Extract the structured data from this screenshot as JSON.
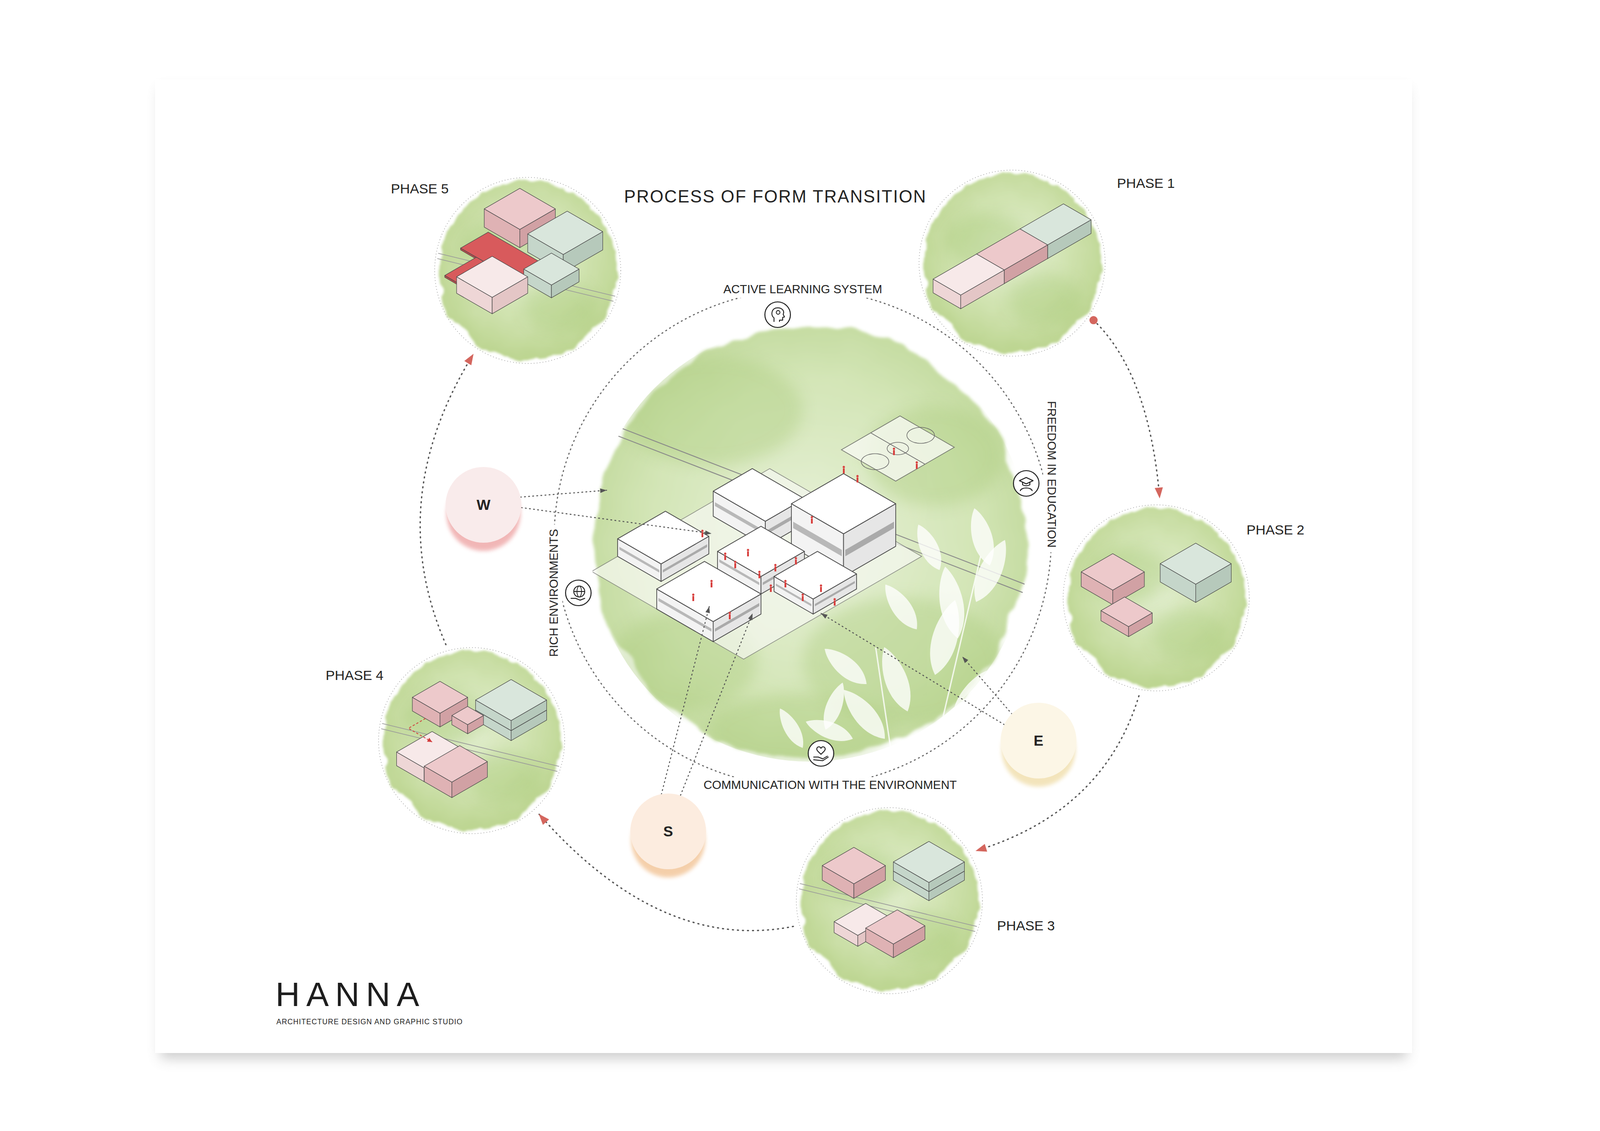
{
  "diagram": {
    "title": "PROCESS OF FORM TRANSITION",
    "nodes": [
      {
        "text": [
          "PHASE 1"
        ]
      },
      {
        "text": [
          "PHASE 2"
        ]
      },
      {
        "text": [
          "PHASE 3"
        ]
      },
      {
        "text": [
          "PHASE 4"
        ]
      },
      {
        "text": [
          "PHASE 5"
        ]
      },
      {
        "text": [
          "W"
        ]
      },
      {
        "text": [
          "S"
        ]
      },
      {
        "text": [
          "E"
        ]
      }
    ],
    "edges": [
      {
        "from": 0,
        "to": 1,
        "arrow": "to"
      },
      {
        "from": 1,
        "to": 2,
        "arrow": "to"
      },
      {
        "from": 2,
        "to": 3,
        "arrow": "to"
      },
      {
        "from": 3,
        "to": 4,
        "arrow": "to"
      }
    ],
    "labels": [
      "ACTIVE LEARNING SYSTEM",
      "FREEDOM IN EDUCATION",
      "COMMUNICATION WITH THE ENVIRONMENT",
      "RICH ENVIRONMENTS",
      "HANNA",
      "ARCHITECTURE DESIGN AND GRAPHIC STUDIO"
    ]
  }
}
